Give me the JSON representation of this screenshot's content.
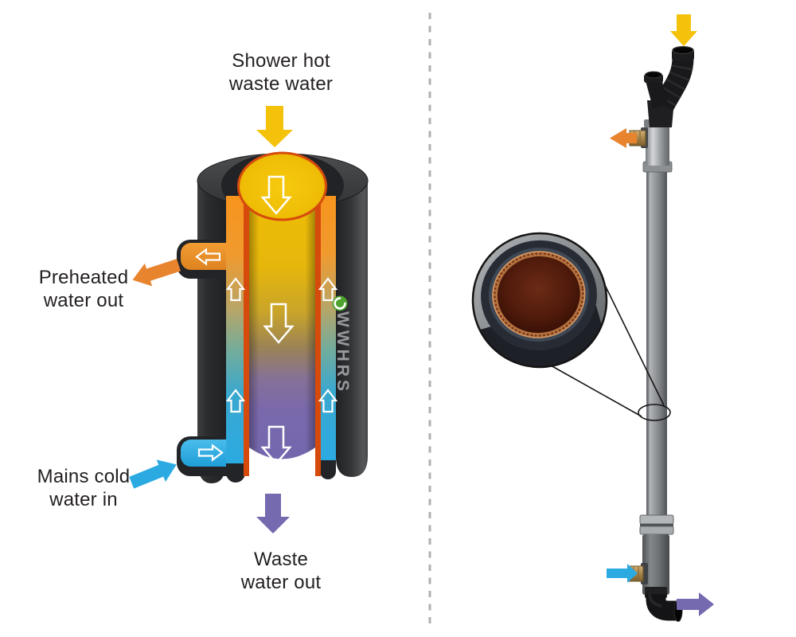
{
  "left_panel": {
    "type": "waste-water-heat-recovery-diagram",
    "labels": {
      "shower": {
        "line1": "Shower hot",
        "line2": "waste water"
      },
      "preheated": {
        "line1": "Preheated",
        "line2": "water out"
      },
      "mains": {
        "line1": "Mains cold",
        "line2": "water in"
      },
      "waste": {
        "line1": "Waste",
        "line2": "water out"
      }
    },
    "brand": "WWHRS"
  },
  "right_panel": {
    "type": "product-photo-vertical-pipe-heat-exchanger",
    "inset": "pipe-cross-section-with-copper-coil"
  },
  "colors": {
    "hot_yellow": "#F4C20B",
    "preheated_orange": "#E8832E",
    "cold_blue": "#2BAAE2",
    "waste_purple": "#7569AF",
    "label_text": "#231F20",
    "logo_green": "#4EA32F",
    "copper": "#B5723F",
    "shell_dark": "#2B2C2E"
  },
  "icons": {
    "shower_flow": "solid-down-arrow",
    "preheated_out": "solid-left-arrow",
    "mains_in": "solid-right-arrow",
    "waste_out": "solid-down-arrow",
    "internal_hot_flow": "outline-down-arrow",
    "internal_cold_flow": "outline-up-arrow",
    "brand_logo": "green-swirl-circle"
  }
}
